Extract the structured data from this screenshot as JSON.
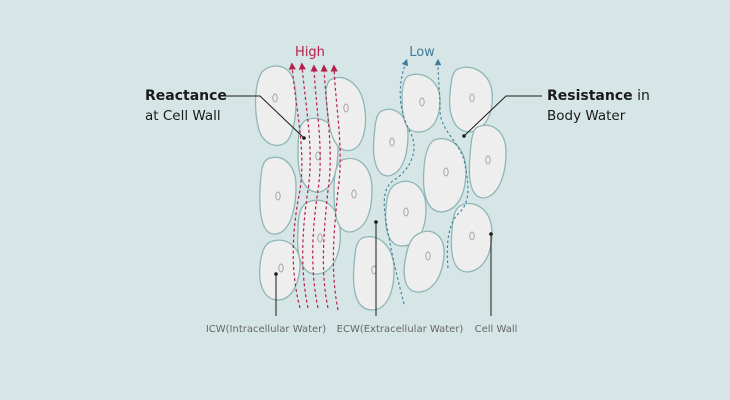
{
  "labels": {
    "high": "High",
    "low": "Low",
    "reactance_bold": "Reactance",
    "reactance_rest": "at Cell Wall",
    "resistance_bold": "Resistance",
    "resistance_in": " in",
    "resistance_rest": "Body Water",
    "icw": "ICW(Intracellular Water)",
    "ecw": "ECW(Extracellular Water)",
    "cell_wall": "Cell Wall"
  },
  "colors": {
    "background": "#d6e6e6",
    "cell_fill": "#eeeeee",
    "cell_outline": "#8fb6b6",
    "high": "#b5214a",
    "low": "#3f7b9a",
    "text_dark": "#1a1a1a",
    "text_gray": "#666666"
  }
}
